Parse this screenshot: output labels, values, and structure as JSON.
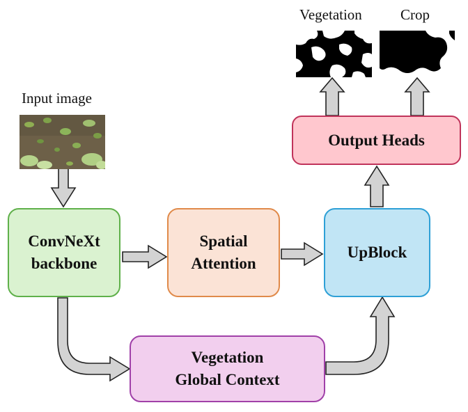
{
  "labels": {
    "input_image": "Input image",
    "vegetation_mask": "Vegetation",
    "crop_mask": "Crop"
  },
  "nodes": {
    "backbone": {
      "line1": "ConvNeXt",
      "line2": "backbone"
    },
    "spatial_attention": {
      "line1": "Spatial",
      "line2": "Attention"
    },
    "upblock": {
      "line1": "UpBlock"
    },
    "output_heads": {
      "line1": "Output Heads"
    },
    "global_context": {
      "line1": "Vegetation",
      "line2": "Global Context"
    }
  },
  "colors": {
    "backbone_fill": "#daf2d0",
    "backbone_border": "#5fb04a",
    "attention_fill": "#fbe3d6",
    "attention_border": "#e08a4a",
    "upblock_fill": "#c1e5f5",
    "upblock_border": "#2ea0d6",
    "heads_fill": "#ffc7ce",
    "heads_border": "#c0335a",
    "context_fill": "#f2cfee",
    "context_border": "#a040a8",
    "arrow_fill": "#d3d3d3",
    "arrow_stroke": "#222222"
  }
}
